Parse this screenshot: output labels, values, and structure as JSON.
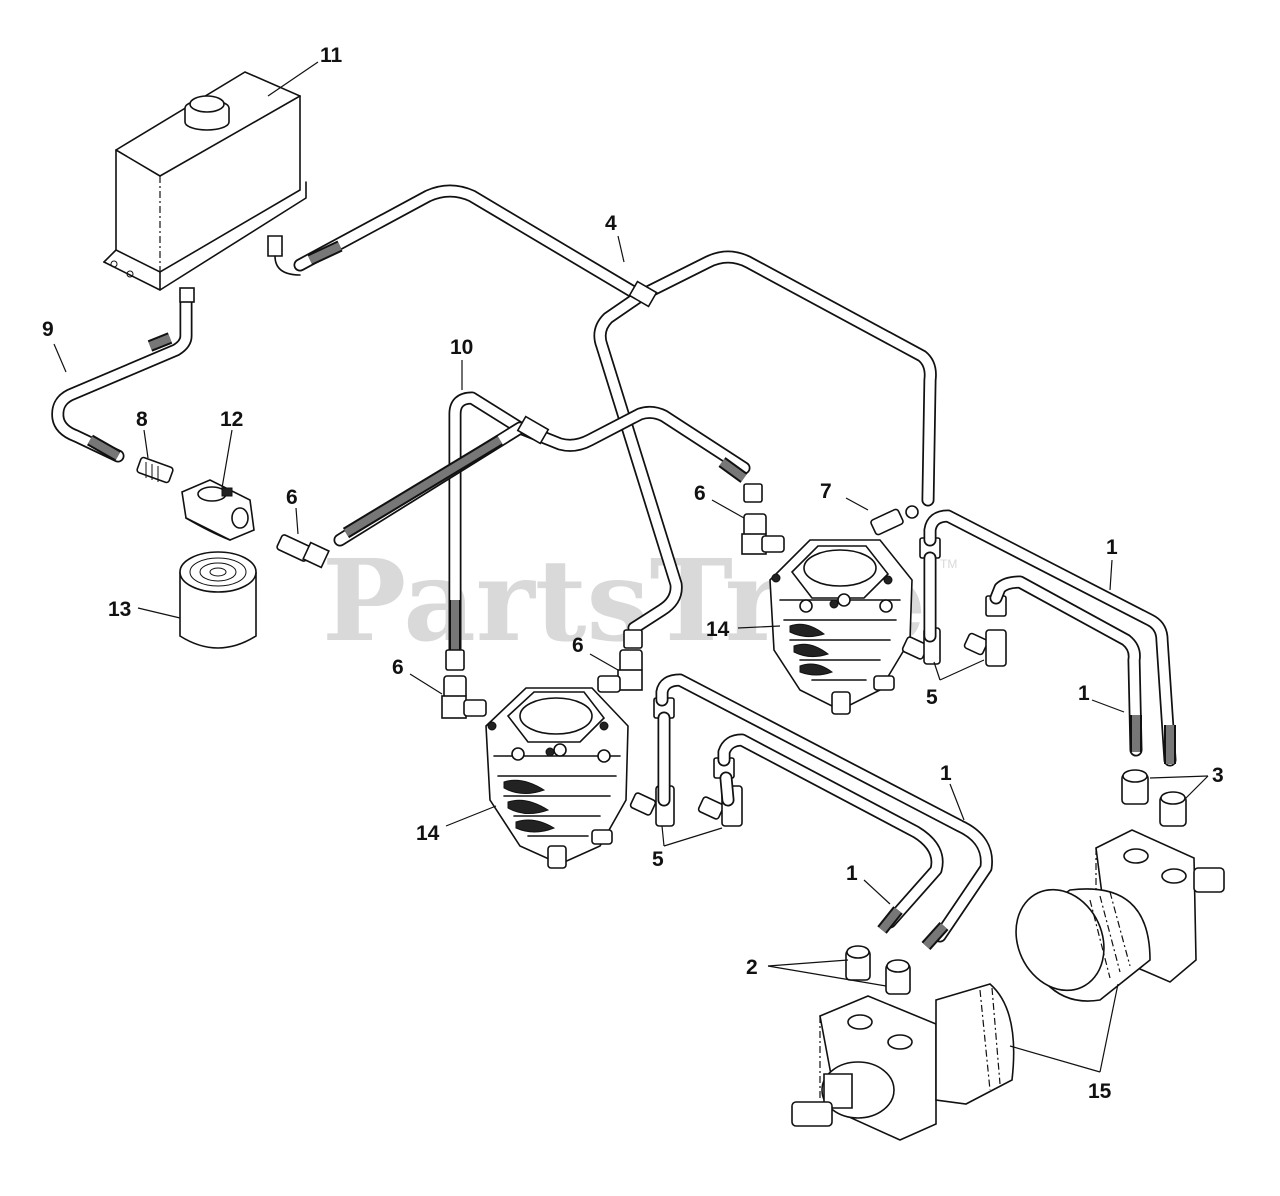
{
  "watermark": {
    "text": "PartsTree",
    "trademark": "TM"
  },
  "callouts": {
    "c1a": "1",
    "c1b": "1",
    "c1c": "1",
    "c1d": "1",
    "c2": "2",
    "c3": "3",
    "c4": "4",
    "c5a": "5",
    "c5b": "5",
    "c6a": "6",
    "c6b": "6",
    "c6c": "6",
    "c6d": "6",
    "c7": "7",
    "c8": "8",
    "c9": "9",
    "c10": "10",
    "c11": "11",
    "c12": "12",
    "c13": "13",
    "c14a": "14",
    "c14b": "14",
    "c15": "15"
  },
  "parts": [
    {
      "ref": "1",
      "name": "hydraulic-tube"
    },
    {
      "ref": "2",
      "name": "fitting"
    },
    {
      "ref": "3",
      "name": "fitting"
    },
    {
      "ref": "4",
      "name": "hose-assembly"
    },
    {
      "ref": "5",
      "name": "elbow-fitting"
    },
    {
      "ref": "6",
      "name": "elbow-fitting"
    },
    {
      "ref": "7",
      "name": "fitting"
    },
    {
      "ref": "8",
      "name": "adapter"
    },
    {
      "ref": "9",
      "name": "hose"
    },
    {
      "ref": "10",
      "name": "hose-assembly"
    },
    {
      "ref": "11",
      "name": "reservoir"
    },
    {
      "ref": "12",
      "name": "filter-head"
    },
    {
      "ref": "13",
      "name": "oil-filter"
    },
    {
      "ref": "14",
      "name": "hydro-pump"
    },
    {
      "ref": "15",
      "name": "wheel-motor"
    }
  ]
}
